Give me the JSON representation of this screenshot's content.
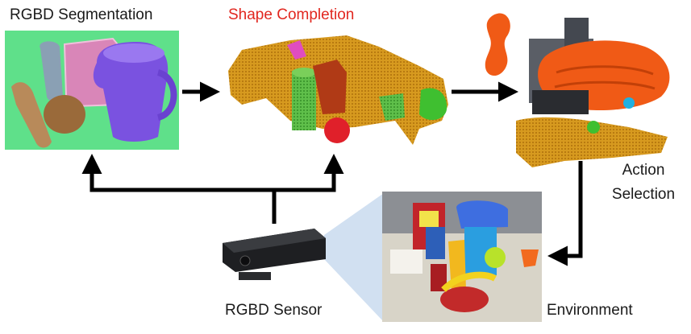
{
  "labels": {
    "rgbd_segmentation": "RGBD Segmentation",
    "shape_completion": "Shape Completion",
    "action_selection": "Action\nSelection",
    "action_line1": "Action",
    "action_line2": "Selection",
    "rgbd_sensor": "RGBD Sensor",
    "environment": "Environment"
  },
  "colors": {
    "shape_completion_label": "#e1271f",
    "segmentation_background": "#5fe08a",
    "voxel_orange": "#d79a1f",
    "robot_orange": "#f05a16",
    "arrow": "#000000"
  },
  "icons": [
    "segmentation-image",
    "voxel-scene",
    "robot-arm-scene",
    "kinect-sensor",
    "environment-photo"
  ]
}
